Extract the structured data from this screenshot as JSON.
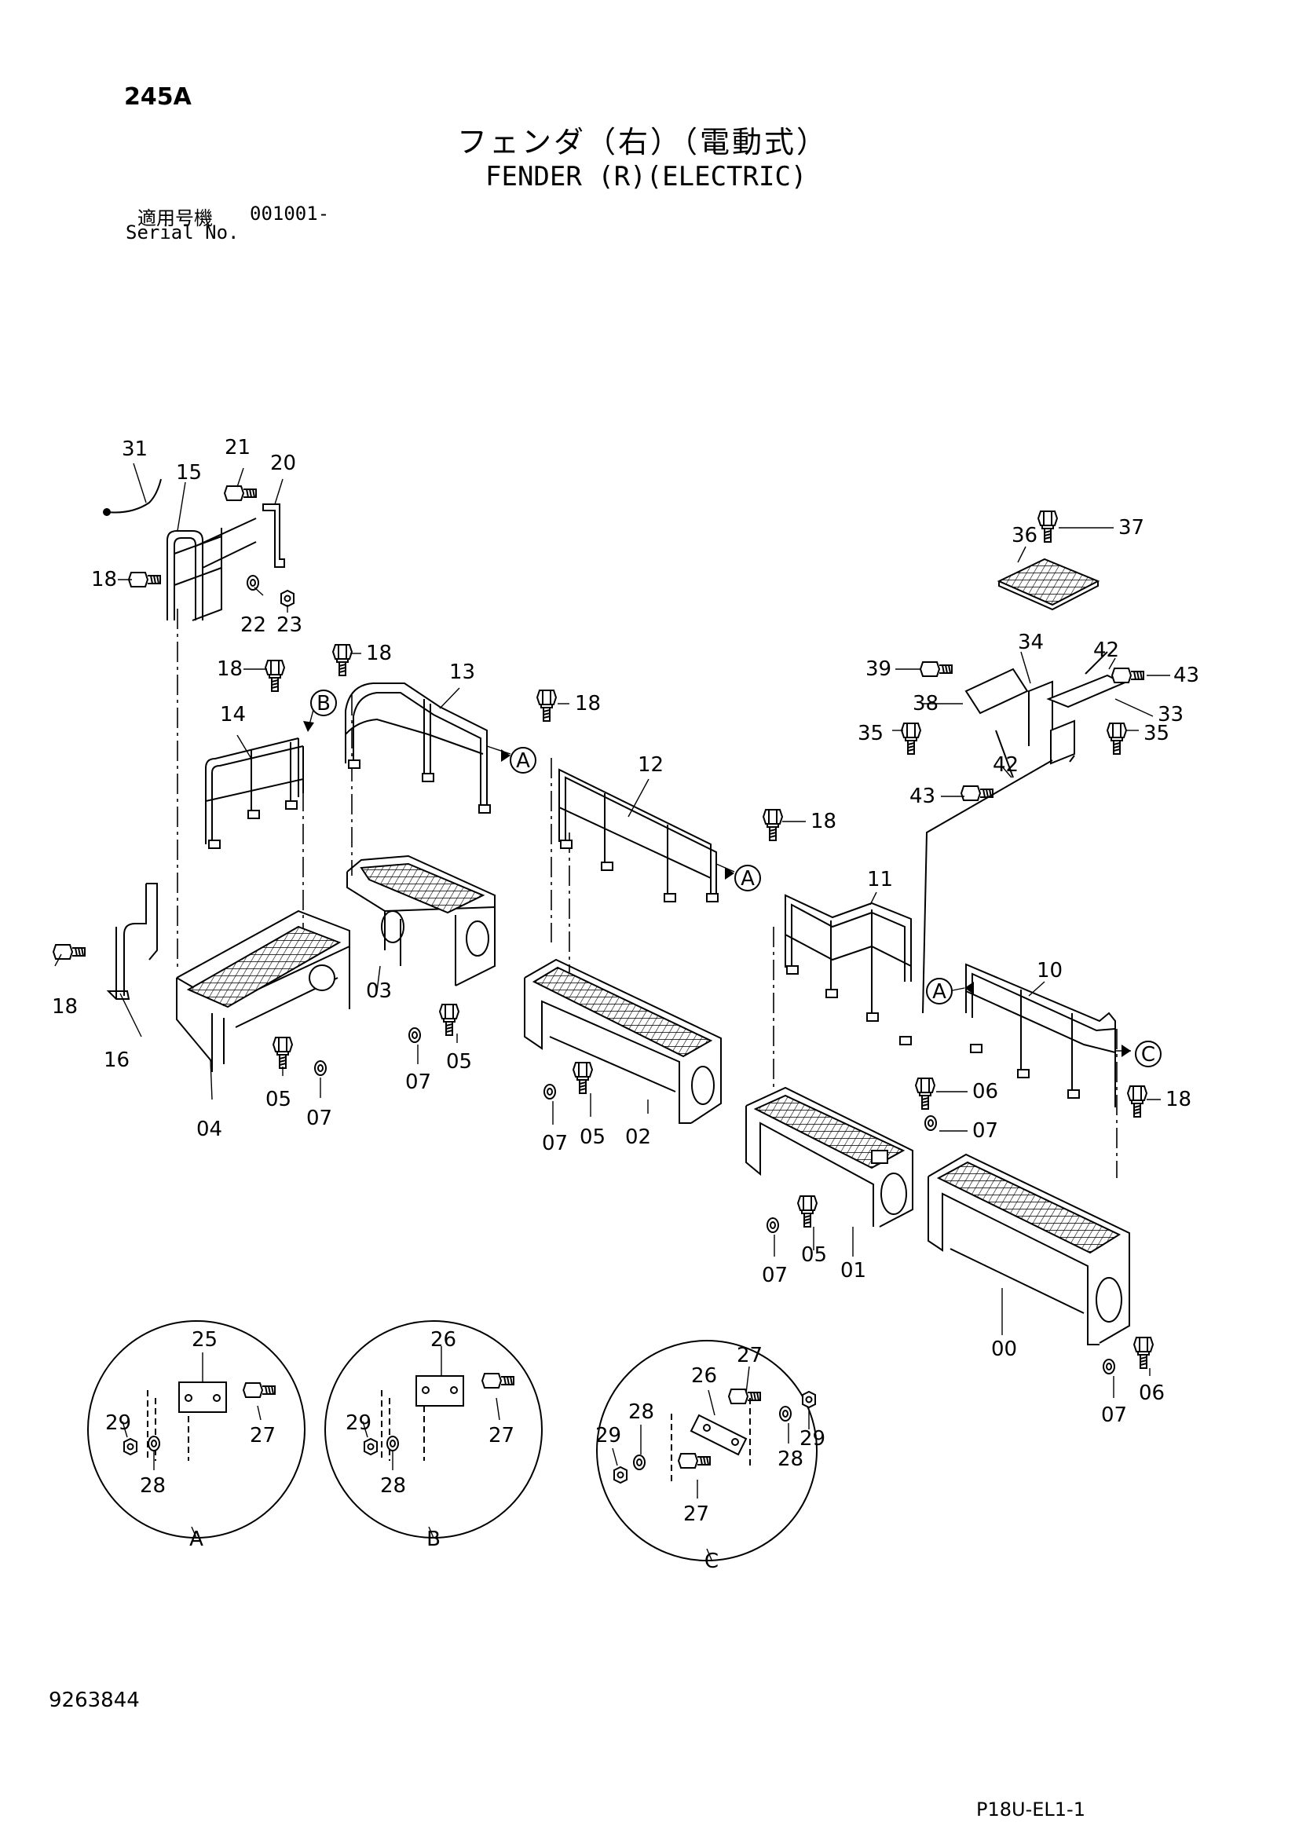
{
  "header": {
    "page_number": "245A",
    "title_ja": "フェンダ（右）（電動式）",
    "title_en": "FENDER (R)(ELECTRIC)",
    "serial_label_ja": "適用号機",
    "serial_value": "001001-",
    "serial_label_en": "Serial No."
  },
  "footer": {
    "document_number": "9263844",
    "sheet_reference": "P18U-EL1-1"
  },
  "callouts": {
    "c00": "00",
    "c01": "01",
    "c02": "02",
    "c03": "03",
    "c04": "04",
    "c05a": "05",
    "c05b": "05",
    "c05c": "05",
    "c05d": "05",
    "c06a": "06",
    "c06b": "06",
    "c07a": "07",
    "c07b": "07",
    "c07c": "07",
    "c07d": "07",
    "c07e": "07",
    "c07f": "07",
    "c10": "10",
    "c11": "11",
    "c12": "12",
    "c13": "13",
    "c14": "14",
    "c15": "15",
    "c16": "16",
    "c18a": "18",
    "c18b": "18",
    "c18c": "18",
    "c18d": "18",
    "c18e": "18",
    "c18f": "18",
    "c18g": "18",
    "c20": "20",
    "c21": "21",
    "c22": "22",
    "c23": "23",
    "c25": "25",
    "c26a": "26",
    "c26b": "26",
    "c27a": "27",
    "c27b": "27",
    "c27c": "27",
    "c27d": "27",
    "c28a": "28",
    "c28b": "28",
    "c28c": "28",
    "c28d": "28",
    "c29a": "29",
    "c29b": "29",
    "c29c": "29",
    "c29d": "29",
    "c31": "31",
    "c33": "33",
    "c34": "34",
    "c35a": "35",
    "c35b": "35",
    "c36": "36",
    "c37": "37",
    "c38": "38",
    "c39": "39",
    "c42a": "42",
    "c42b": "42",
    "c43a": "43",
    "c43b": "43"
  },
  "view_markers": {
    "a1": "A",
    "a2": "A",
    "a3": "A",
    "b1": "B",
    "c1": "C"
  },
  "detail_views": {
    "a": "A",
    "b": "B",
    "c": "C"
  }
}
